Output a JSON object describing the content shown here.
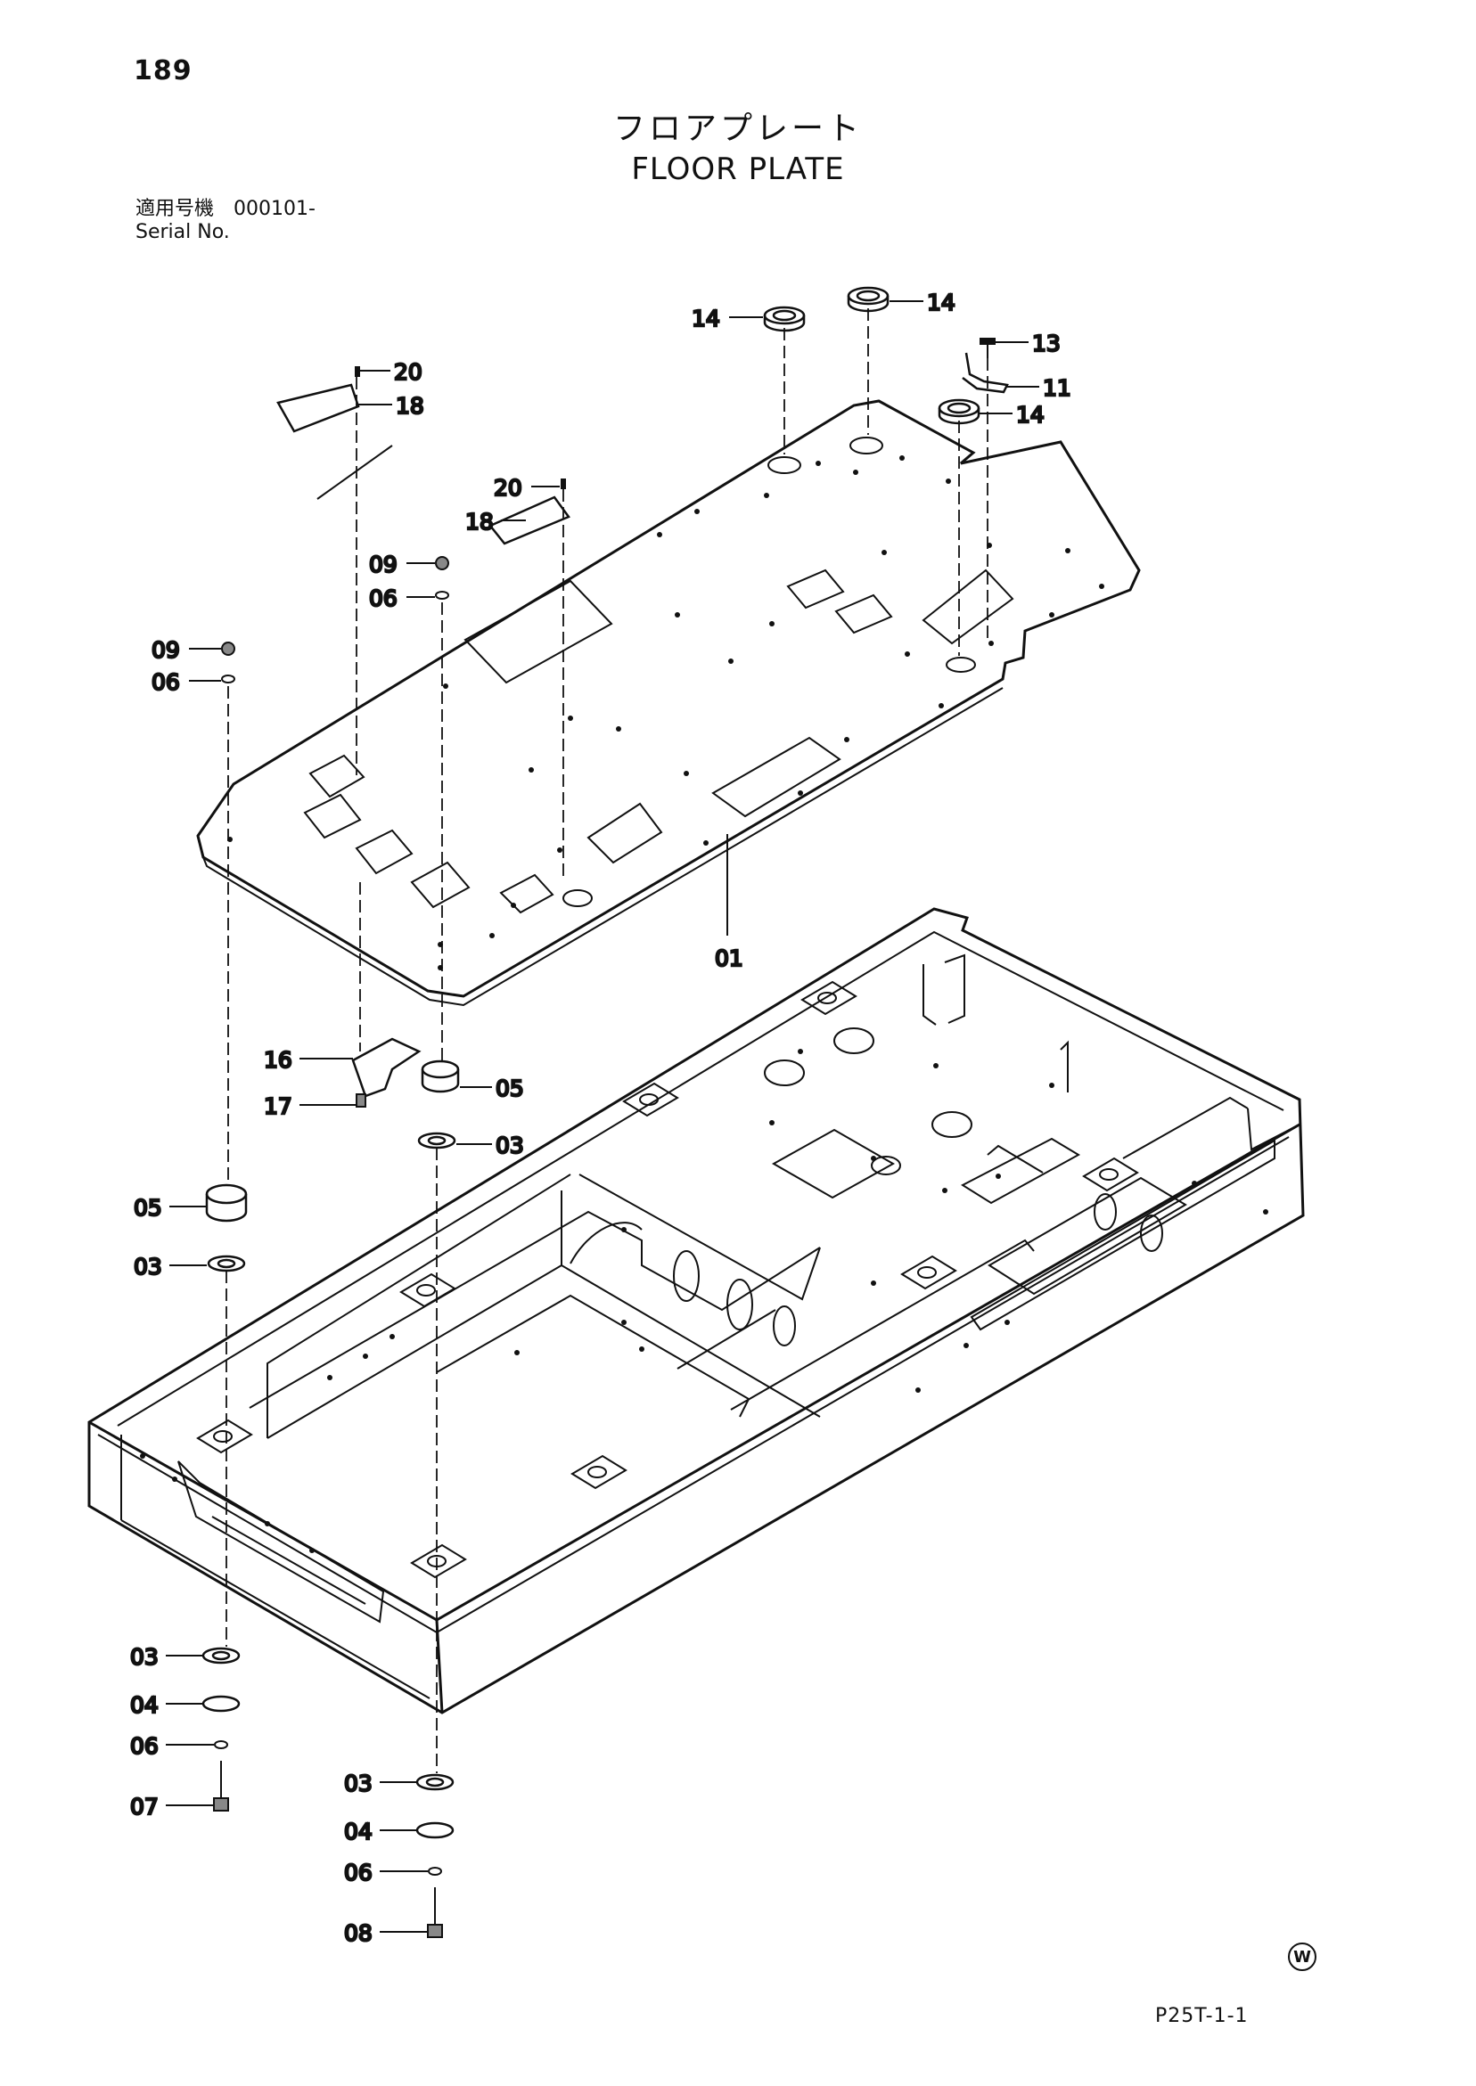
{
  "page": {
    "number": "189",
    "doc_code": "P25T-1-1",
    "logo": "W"
  },
  "title": {
    "japanese": "フロアプレート",
    "english": "FLOOR PLATE"
  },
  "serial": {
    "label_jp": "適用号機",
    "value": "000101-",
    "label_en": "Serial No."
  },
  "callouts": [
    {
      "id": "c14a",
      "text": "14"
    },
    {
      "id": "c14b",
      "text": "14"
    },
    {
      "id": "c13",
      "text": "13"
    },
    {
      "id": "c11",
      "text": "11"
    },
    {
      "id": "c14c",
      "text": "14"
    },
    {
      "id": "c20a",
      "text": "20"
    },
    {
      "id": "c18a",
      "text": "18"
    },
    {
      "id": "c20b",
      "text": "20"
    },
    {
      "id": "c18b",
      "text": "18"
    },
    {
      "id": "c09a",
      "text": "09"
    },
    {
      "id": "c06a",
      "text": "06"
    },
    {
      "id": "c09b",
      "text": "09"
    },
    {
      "id": "c06b",
      "text": "06"
    },
    {
      "id": "c01",
      "text": "01"
    },
    {
      "id": "c16",
      "text": "16"
    },
    {
      "id": "c05a",
      "text": "05"
    },
    {
      "id": "c17",
      "text": "17"
    },
    {
      "id": "c03a",
      "text": "03"
    },
    {
      "id": "c05b",
      "text": "05"
    },
    {
      "id": "c03b",
      "text": "03"
    },
    {
      "id": "c03c",
      "text": "03"
    },
    {
      "id": "c04a",
      "text": "04"
    },
    {
      "id": "c06c",
      "text": "06"
    },
    {
      "id": "c07",
      "text": "07"
    },
    {
      "id": "c03d",
      "text": "03"
    },
    {
      "id": "c04b",
      "text": "04"
    },
    {
      "id": "c06d",
      "text": "06"
    },
    {
      "id": "c08",
      "text": "08"
    }
  ]
}
